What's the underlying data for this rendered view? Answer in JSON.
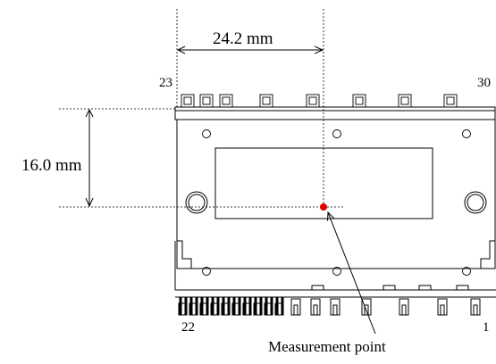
{
  "dimensions": {
    "horizontal": "24.2 mm",
    "vertical": "16.0 mm"
  },
  "pins": {
    "top_left": "23",
    "top_right": "30",
    "bottom_left": "22",
    "bottom_right": "1"
  },
  "annotation": {
    "measurement_point": "Measurement point"
  },
  "colors": {
    "outline": "#000000",
    "leader": "#000000",
    "marker": "#e00000"
  }
}
